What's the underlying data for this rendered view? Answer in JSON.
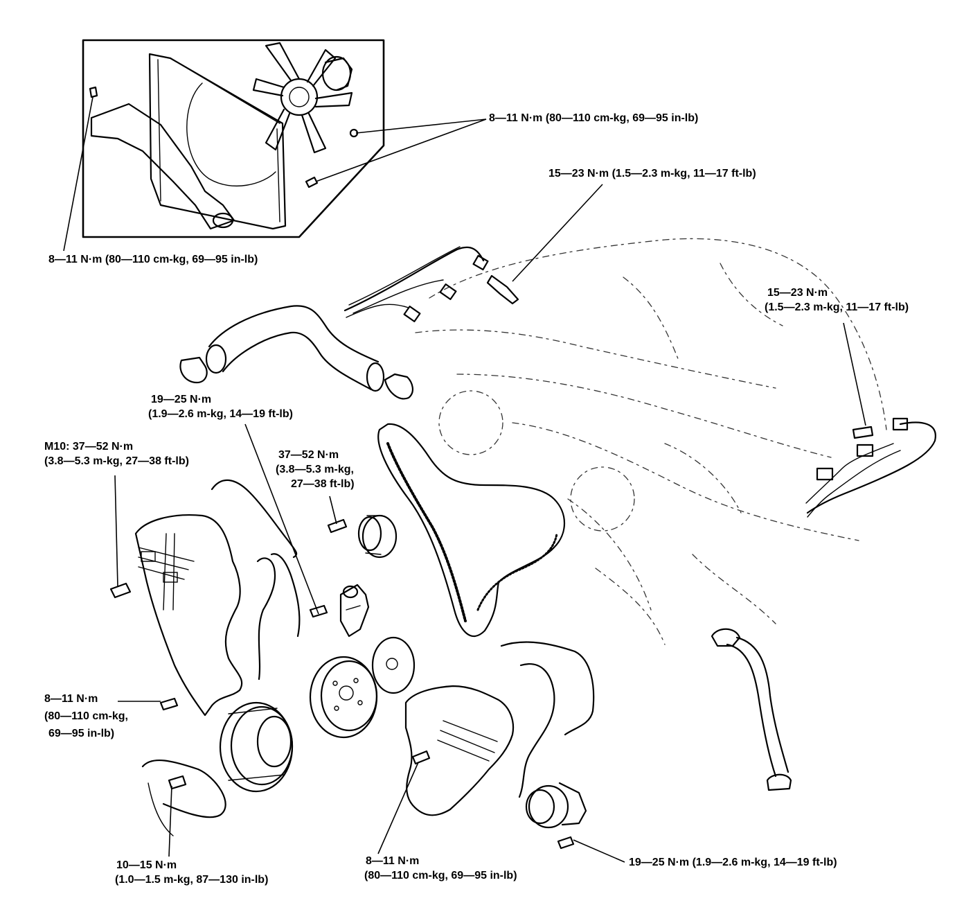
{
  "labels": {
    "inset_bolt_right": "8—11 N·m (80—110 cm-kg, 69—95 in-lb)",
    "inset_bolt_left": "8—11 N·m (80—110 cm-kg, 69—95 in-lb)",
    "sensor_top": "15—23 N·m (1.5—2.3 m-kg, 11—17 ft-lb)",
    "sensor_right_line1": "15—23 N·m",
    "sensor_right_line2": "(1.5—2.3 m-kg, 11—17 ft-lb)",
    "hose_clamp_line1": "19—25 N·m",
    "hose_clamp_line2": "(1.9—2.6 m-kg, 14—19 ft-lb)",
    "m10_line1": "M10: 37—52 N·m",
    "m10_line2": "(3.8—5.3 m-kg, 27—38 ft-lb)",
    "tensioner_line1": "37—52 N·m",
    "tensioner_line2": "(3.8—5.3 m-kg,",
    "tensioner_line3": "27—38 ft-lb)",
    "cover_left_line1": "8—11 N·m",
    "cover_left_line2": "(80—110 cm-kg,",
    "cover_left_line3": "69—95 in-lb)",
    "pulley_line1": "10—15 N·m",
    "pulley_line2": "(1.0—1.5 m-kg, 87—130 in-lb)",
    "cover_right_line1": "8—11 N·m",
    "cover_right_line2": "(80—110 cm-kg, 69—95 in-lb)",
    "idler_bottom": "19—25 N·m (1.9—2.6 m-kg, 14—19 ft-lb)"
  }
}
